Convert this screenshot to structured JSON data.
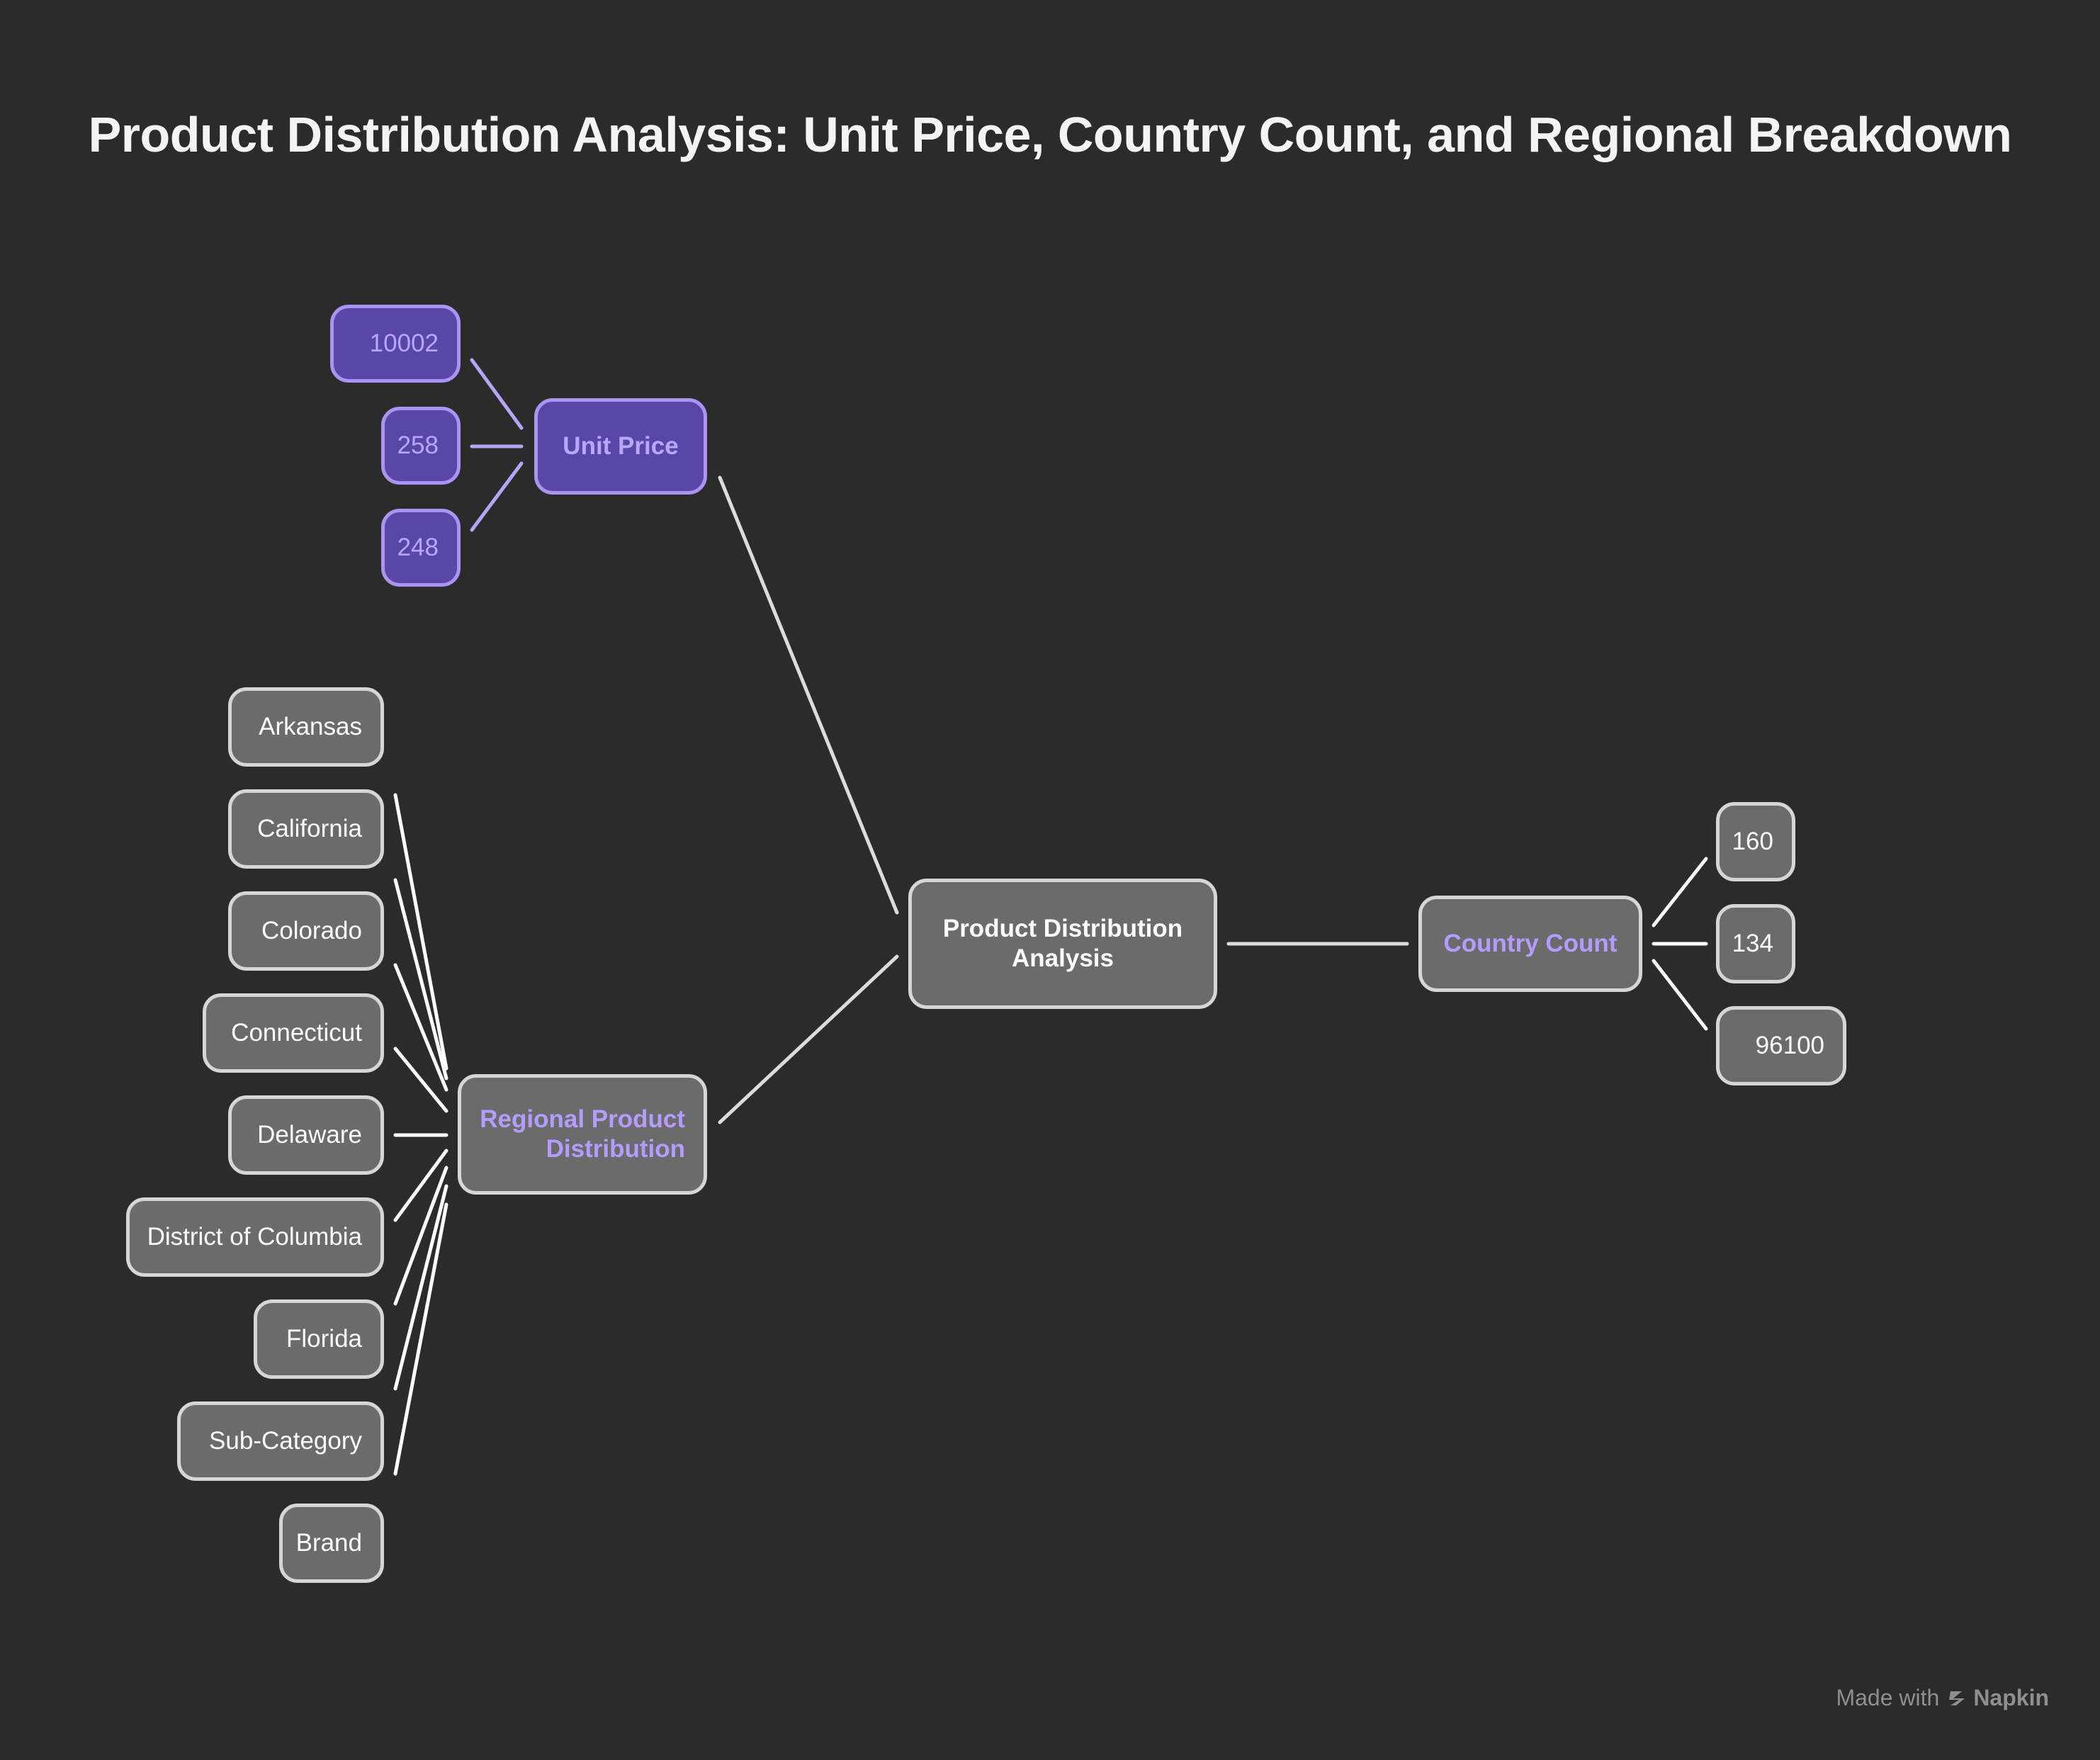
{
  "title": "Product Distribution Analysis: Unit Price, Country Count, and Regional Breakdown",
  "root": {
    "label": "Product Distribution Analysis"
  },
  "unit_price": {
    "label": "Unit Price",
    "values": [
      "10002",
      "258",
      "248"
    ]
  },
  "regional": {
    "label": "Regional Product Distribution",
    "items": [
      "Arkansas",
      "California",
      "Colorado",
      "Connecticut",
      "Delaware",
      "District of Columbia",
      "Florida",
      "Sub-Category",
      "Brand"
    ]
  },
  "country_count": {
    "label": "Country Count",
    "values": [
      "160",
      "134",
      "96100"
    ]
  },
  "footer": {
    "made_with": "Made with",
    "brand": "Napkin"
  },
  "colors": {
    "background": "#2b2b2b",
    "node_grey": "#6b6b6b",
    "node_purple": "#5a46a8",
    "accent_lavender": "#b49cff",
    "line_light": "#dcdcdc"
  }
}
